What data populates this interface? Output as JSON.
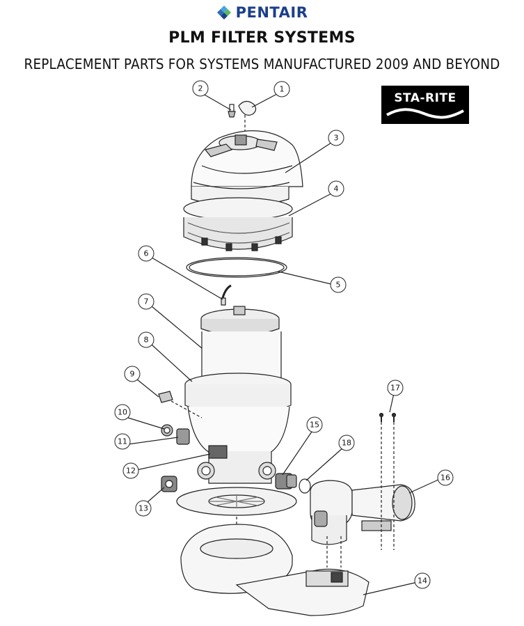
{
  "header": {
    "brand": "PENTAIR",
    "title": "PLM FILTER SYSTEMS",
    "subtitle": "REPLACEMENT PARTS FOR SYSTEMS MANUFACTURED 2009 AND BEYOND"
  },
  "badge": {
    "text": "STA-RITE"
  },
  "colors": {
    "brand_blue": "#1b3f8b",
    "brand_green": "#5cb85c",
    "line": "#222222"
  },
  "callouts": [
    "1",
    "2",
    "3",
    "4",
    "5",
    "6",
    "7",
    "8",
    "9",
    "10",
    "11",
    "12",
    "13",
    "14",
    "15",
    "16",
    "17",
    "18"
  ]
}
